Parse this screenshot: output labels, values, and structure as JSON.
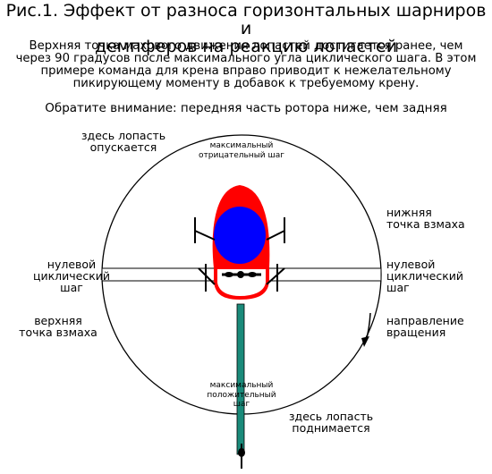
{
  "title": "Рис.1. Эффект от разноса горизонтальных шарниров и\nдемпферов на реакцию лопастей",
  "subtitle": "Верхняя точка махового движения лопастей достигается ранее, чем\nчерез 90 градусов после максимального угла циклического шага. В этом\nпримере команда для крена вправо приводит к нежелательному\nпикирующему моменту в добавок  к требуемому крену.",
  "note": "Обратите внимание: передняя часть ротора ниже, чем задняя",
  "labels": {
    "blade_down": "здесь лопасть\nопускается",
    "max_negative": "максимальный\nотрицательный шаг",
    "low_flap": "нижняя\nточка взмаха",
    "zero_left": "нулевой\nциклический\nшаг",
    "zero_right": "нулевой\nциклический\nшаг",
    "high_flap": "верхняя\nточка взмаха",
    "rotation": "направление\nвращения",
    "max_positive": "максимальный\nположительный\nшаг",
    "blade_up": "здесь лопасть\nподнимается"
  },
  "colors": {
    "fuselage_red": "#ff0000",
    "canopy_blue": "#0000ff",
    "tail_boom": "#1a8a7a",
    "disc_outline": "#000000",
    "blade": "#ffffff"
  },
  "icons": {
    "rotation_arrow": "curved-arrow-icon"
  }
}
